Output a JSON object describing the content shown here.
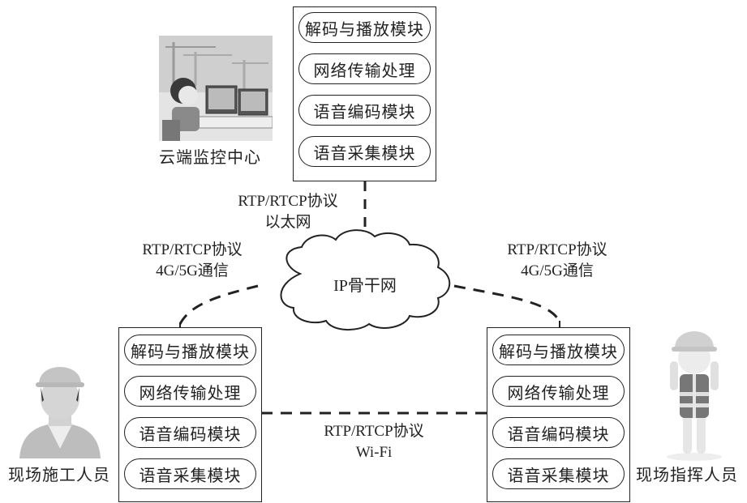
{
  "nodes": {
    "cloud_center": {
      "caption": "云端监控中心",
      "modules": [
        "解码与播放模块",
        "网络传输处理",
        "语音编码模块",
        "语音采集模块"
      ]
    },
    "worker": {
      "caption": "现场施工人员",
      "modules": [
        "解码与播放模块",
        "网络传输处理",
        "语音编码模块",
        "语音采集模块"
      ]
    },
    "commander": {
      "caption": "现场指挥人员",
      "modules": [
        "解码与播放模块",
        "网络传输处理",
        "语音编码模块",
        "语音采集模块"
      ]
    },
    "backbone": {
      "label": "IP骨干网"
    }
  },
  "links": {
    "cloud_to_backbone": {
      "line1": "RTP/RTCP协议",
      "line2": "以太网"
    },
    "worker_to_backbone": {
      "line1": "RTP/RTCP协议",
      "line2": "4G/5G通信"
    },
    "commander_to_backbone": {
      "line1": "RTP/RTCP协议",
      "line2": "4G/5G通信"
    },
    "worker_to_commander": {
      "line1": "RTP/RTCP协议",
      "line2": "Wi-Fi"
    }
  }
}
